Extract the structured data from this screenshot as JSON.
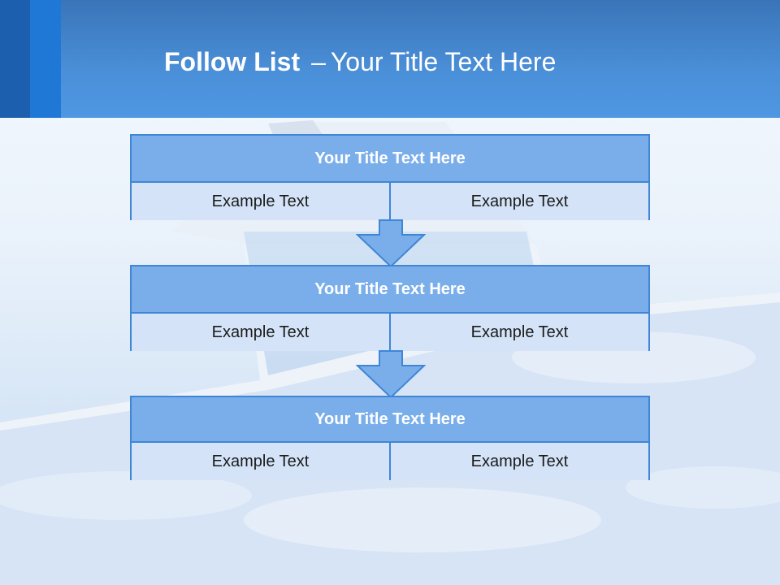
{
  "header": {
    "title_bold": "Follow List",
    "title_separator": "–",
    "title_rest": "Your Title Text Here"
  },
  "steps": [
    {
      "title": "Your Title Text Here",
      "left_text": "Example Text",
      "right_text": "Example Text"
    },
    {
      "title": "Your Title Text Here",
      "left_text": "Example Text",
      "right_text": "Example Text"
    },
    {
      "title": "Your Title Text Here",
      "left_text": "Example Text",
      "right_text": "Example Text"
    }
  ],
  "colors": {
    "header_blue": "#4a8fd8",
    "box_title_fill": "#7aaeea",
    "box_cell_fill": "#d4e3f7",
    "box_border": "#3f86d6"
  }
}
